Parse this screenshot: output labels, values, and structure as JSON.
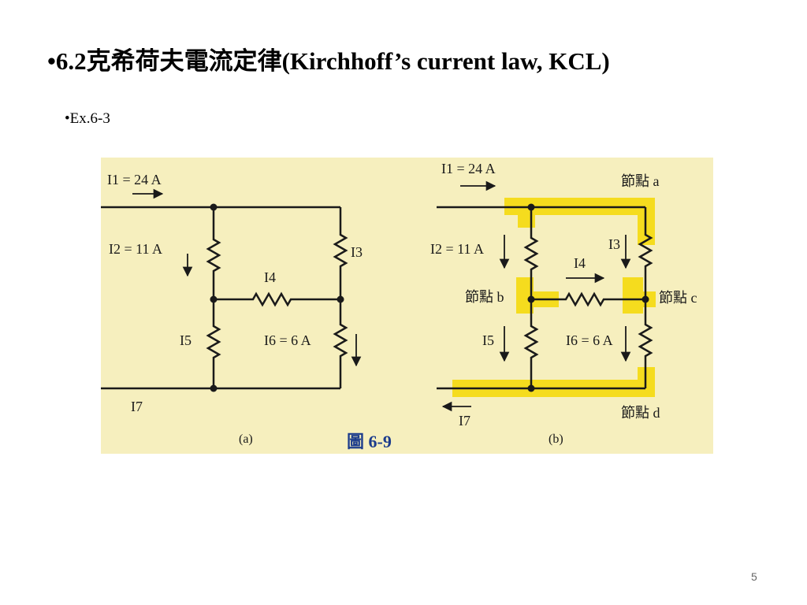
{
  "slide": {
    "title": "•6.2克希荷夫電流定律(Kirchhoff’s current law, KCL)",
    "subtitle": "•Ex.6-3",
    "page_number": "5"
  },
  "figure": {
    "caption": "圖 6-9",
    "panel_a": {
      "label": "(a)",
      "I1": "I1 = 24 A",
      "I2": "I2 = 11 A",
      "I3": "I3",
      "I4": "I4",
      "I5": "I5",
      "I6": "I6 = 6 A",
      "I7": "I7"
    },
    "panel_b": {
      "label": "(b)",
      "I1": "I1 = 24 A",
      "I2": "I2 = 11 A",
      "I3": "I3",
      "I4": "I4",
      "I5": "I5",
      "I6": "I6 = 6 A",
      "I7": "I7",
      "node_a": "節點 a",
      "node_b": "節點 b",
      "node_c": "節點 c",
      "node_d": "節點 d"
    },
    "colors": {
      "background": "#f6efbe",
      "highlight": "#f5dc1e",
      "wire": "#1a1a1a",
      "caption": "#1c3c8c"
    }
  }
}
